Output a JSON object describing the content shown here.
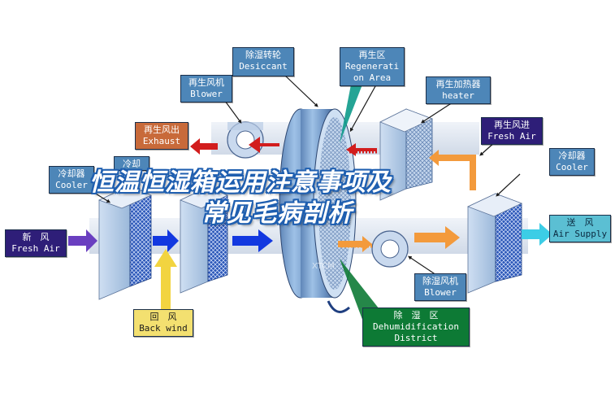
{
  "labels": {
    "desiccant": {
      "cn": "除湿转轮",
      "en": "Desiccant"
    },
    "regen_blower": {
      "cn": "再生风机",
      "en": "Blower"
    },
    "regen_area": {
      "cn": "再生区",
      "en1": "Regenerati",
      "en2": "on Area"
    },
    "regen_heater": {
      "cn": "再生加热器",
      "en": "heater"
    },
    "regen_exhaust": {
      "cn": "再生风出",
      "en": "Exhaust"
    },
    "regen_fresh": {
      "cn": "再生风进",
      "en": "Fresh Air"
    },
    "cooler_left": {
      "cn": "冷却器",
      "en": "Cooler"
    },
    "cooler_left2": {
      "cn": "冷却"
    },
    "cooler_right": {
      "cn": "冷却器",
      "en": "Cooler"
    },
    "fresh_air": {
      "cn": "新　风",
      "en": "Fresh Air"
    },
    "air_supply": {
      "cn": "送　风",
      "en": "Air Supply"
    },
    "dehum_blower": {
      "cn": "除湿风机",
      "en": "Blower"
    },
    "back_wind": {
      "cn": "回　风",
      "en": "Back wind"
    },
    "dehum_district": {
      "cn": "除　湿　区",
      "en1": "Dehumidification",
      "en2": "District"
    }
  },
  "headline": {
    "line1": "恒温恒湿箱运用注意事项及",
    "line2": "常见毛病剖析"
  },
  "watermark": "XTCM",
  "colors": {
    "label_blue": "#4d86b8",
    "exhaust_brown": "#c86a3a",
    "fresh_purple": "#2e1e78",
    "supply_teal": "#5bbfd3",
    "backwind_yellow": "#f3e070",
    "dehum_green": "#0d7a35",
    "arrow_red": "#d21d1d",
    "arrow_blue": "#1238e0",
    "arrow_orange": "#f39a3c",
    "headline_outline": "#1f5fb0"
  }
}
